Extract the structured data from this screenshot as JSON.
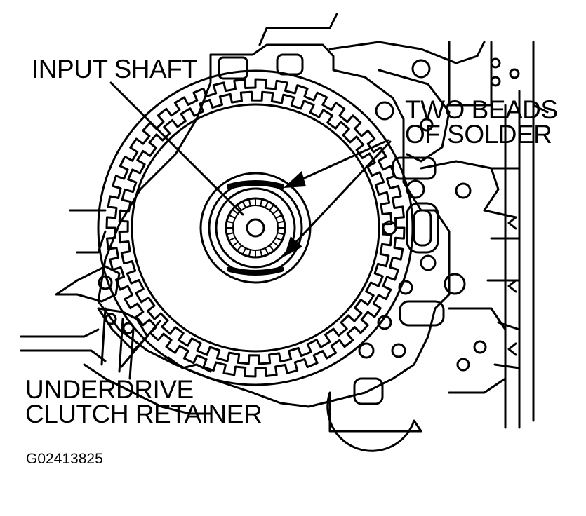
{
  "labels": {
    "input_shaft": "INPUT SHAFT",
    "two_beads_line1": "TWO BEADS",
    "two_beads_line2": "OF SOLDER",
    "underdrive_line1": "UNDERDRIVE",
    "underdrive_line2": "CLUTCH RETAINER",
    "figure_code": "G02413825"
  },
  "colors": {
    "ink": "#000000",
    "paper": "#ffffff"
  }
}
